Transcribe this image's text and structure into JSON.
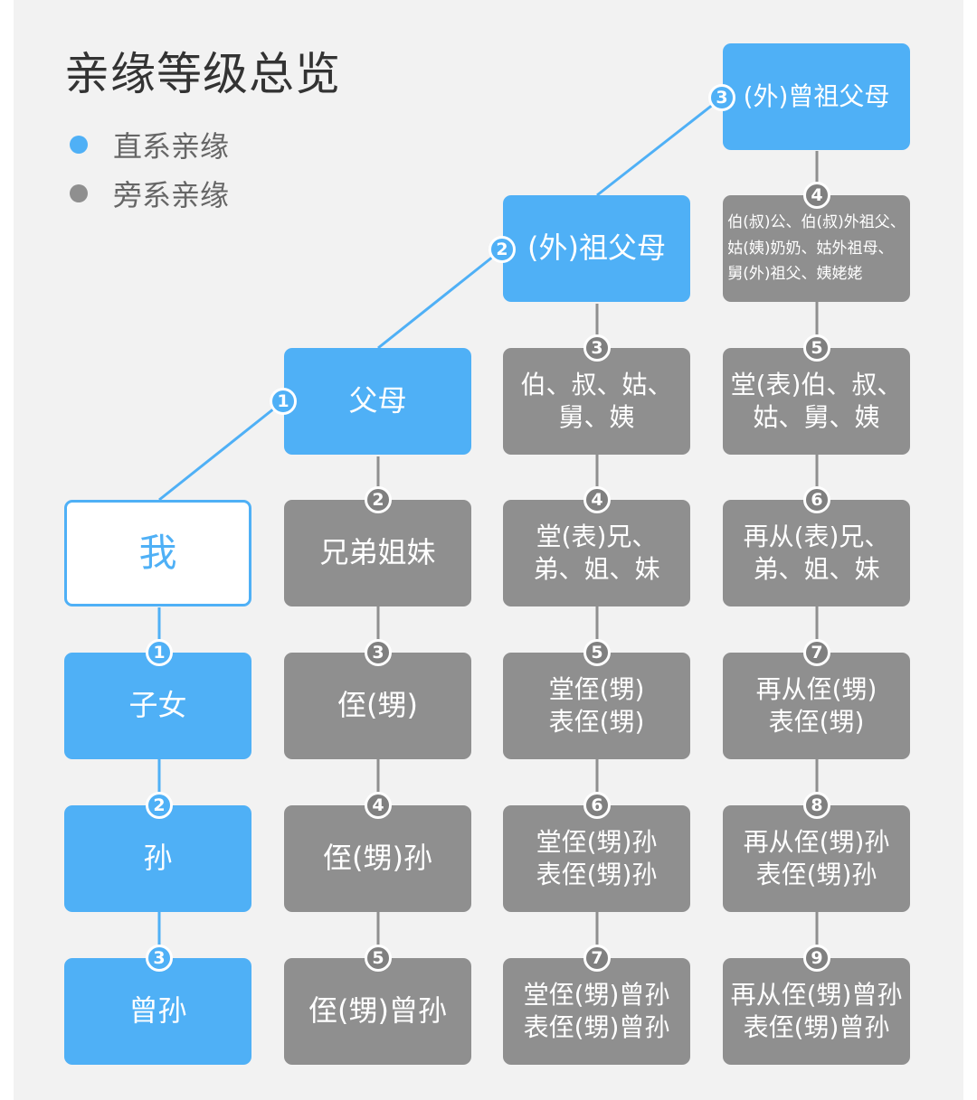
{
  "title": "亲缘等级总览",
  "legend": {
    "direct": {
      "label": "直系亲缘",
      "color": "#4fb0f6"
    },
    "collateral": {
      "label": "旁系亲缘",
      "color": "#8f8f8f"
    }
  },
  "columns": [
    {
      "nodes": [
        {
          "text": "我",
          "degree": ""
        },
        {
          "text": "子女",
          "degree": "1"
        },
        {
          "text": "孙",
          "degree": "2"
        },
        {
          "text": "曾孙",
          "degree": "3"
        }
      ]
    },
    {
      "nodes": [
        {
          "text": "父母",
          "degree": "1"
        },
        {
          "text": "兄弟姐妹",
          "degree": "2"
        },
        {
          "text": "侄(甥)",
          "degree": "3"
        },
        {
          "text": "侄(甥)孙",
          "degree": "4"
        },
        {
          "text": "侄(甥)曾孙",
          "degree": "5"
        }
      ]
    },
    {
      "nodes": [
        {
          "text": "(外)祖父母",
          "degree": "2"
        },
        {
          "text": "伯、叔、姑、\n舅、姨",
          "degree": "3"
        },
        {
          "text": "堂(表)兄、\n弟、姐、妹",
          "degree": "4"
        },
        {
          "text": "堂侄(甥)\n表侄(甥)",
          "degree": "5"
        },
        {
          "text": "堂侄(甥)孙\n表侄(甥)孙",
          "degree": "6"
        },
        {
          "text": "堂侄(甥)曾孙\n表侄(甥)曾孙",
          "degree": "7"
        }
      ]
    },
    {
      "nodes": [
        {
          "text": "(外)曾祖父母",
          "degree": "3"
        },
        {
          "text": "伯(叔)公、伯(叔)外祖父、\n姑(姨)奶奶、姑外祖母、\n舅(外)祖父、姨姥姥",
          "degree": "4"
        },
        {
          "text": "堂(表)伯、叔、\n姑、舅、姨",
          "degree": "5"
        },
        {
          "text": "再从(表)兄、\n弟、姐、妹",
          "degree": "6"
        },
        {
          "text": "再从侄(甥)\n表侄(甥)",
          "degree": "7"
        },
        {
          "text": "再从侄(甥)孙\n表侄(甥)孙",
          "degree": "8"
        },
        {
          "text": "再从侄(甥)曾孙\n表侄(甥)曾孙",
          "degree": "9"
        }
      ]
    }
  ]
}
